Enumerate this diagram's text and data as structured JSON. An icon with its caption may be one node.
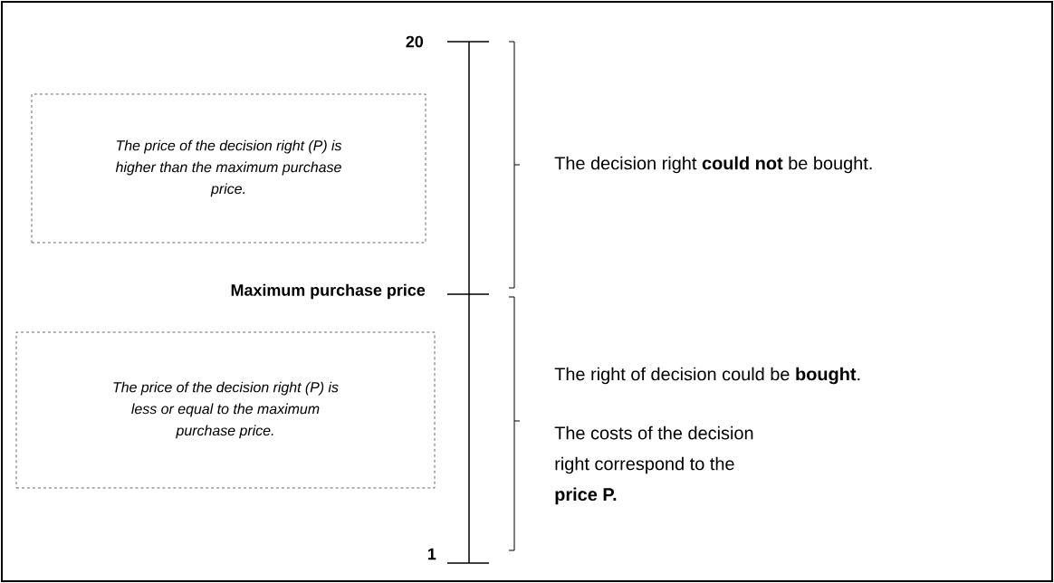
{
  "diagram": {
    "nodes": [
      {
        "text": [
          "The price of the decision right (P) is higher than the maximum purchase price."
        ]
      },
      {
        "text": [
          "The price of the decision right (P) is less or equal to the maximum purchase price."
        ]
      }
    ],
    "labels": [
      "20",
      "The decision right **could not** be bought.",
      "Maximum purchase price",
      "The right of decision could be **bought**.",
      "The costs of the decision right correspond to the **price P.**",
      "1"
    ]
  }
}
